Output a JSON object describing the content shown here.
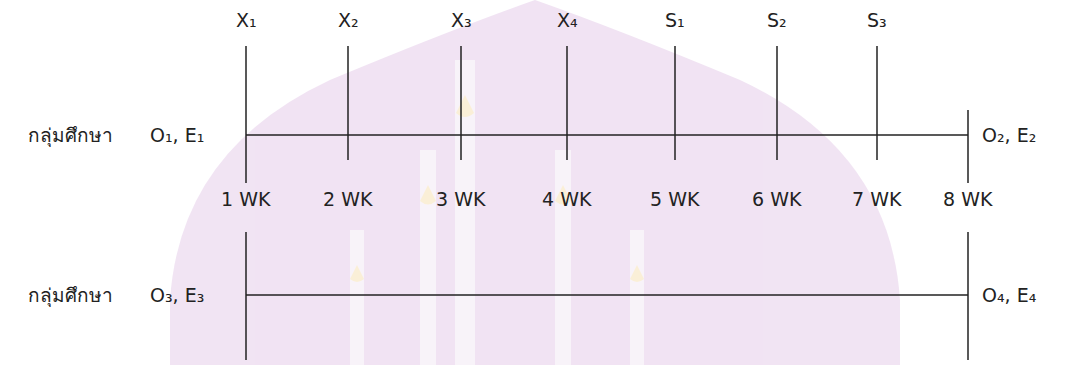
{
  "diagram": {
    "labels": [
      "X₁",
      "X₂",
      "X₃",
      "X₄",
      "S₁",
      "S₂",
      "S₃",
      "กลุ่มศึกษา",
      "O₁, E₁",
      "O₂, E₂",
      "1 WK",
      "2 WK",
      "3 WK",
      "4 WK",
      "5 WK",
      "6 WK",
      "7 WK",
      "8 WK",
      "กลุ่มศึกษา",
      "O₃, E₃",
      "O₄, E₄"
    ]
  }
}
